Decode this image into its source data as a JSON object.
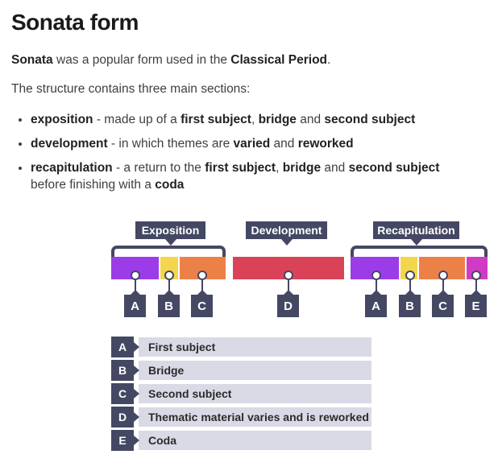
{
  "colors": {
    "slate": "#454863",
    "purple": "#9c3ce8",
    "yellow": "#f4d64c",
    "orange": "#ec8148",
    "red": "#da4357",
    "magenta": "#d03ac4",
    "legend_bar": "#dadae6"
  },
  "header": {
    "title": "Sonata form"
  },
  "intro": {
    "segments": [
      {
        "text": "Sonata",
        "bold": true
      },
      {
        "text": " was a popular form used in the ",
        "bold": false
      },
      {
        "text": "Classical Period",
        "bold": true
      },
      {
        "text": ".",
        "bold": false
      }
    ]
  },
  "structure_line": "The structure contains three main sections:",
  "bullets": {
    "exposition": {
      "segments": [
        {
          "text": "exposition",
          "bold": true
        },
        {
          "text": " - made up of a ",
          "bold": false
        },
        {
          "text": "first subject",
          "bold": true
        },
        {
          "text": ", ",
          "bold": false
        },
        {
          "text": "bridge",
          "bold": true
        },
        {
          "text": " and ",
          "bold": false
        },
        {
          "text": "second subject",
          "bold": true
        }
      ]
    },
    "development": {
      "segments": [
        {
          "text": "development",
          "bold": true
        },
        {
          "text": " - in which themes are ",
          "bold": false
        },
        {
          "text": "varied",
          "bold": true
        },
        {
          "text": " and ",
          "bold": false
        },
        {
          "text": "reworked",
          "bold": true
        }
      ]
    },
    "recapitulation": {
      "segments": [
        {
          "text": "recapitulation",
          "bold": true
        },
        {
          "text": " - a return to the ",
          "bold": false
        },
        {
          "text": "first subject",
          "bold": true
        },
        {
          "text": ", ",
          "bold": false
        },
        {
          "text": "bridge",
          "bold": true
        },
        {
          "text": " and ",
          "bold": false
        },
        {
          "text": "second subject",
          "bold": true
        },
        {
          "text": "before finishing with a ",
          "bold": false
        },
        {
          "text": "coda",
          "bold": true
        }
      ]
    }
  },
  "diagram": {
    "sections": {
      "exposition": {
        "label": "Exposition"
      },
      "development": {
        "label": "Development"
      },
      "recapitulation": {
        "label": "Recapitulation"
      }
    },
    "markers": {
      "A": "A",
      "B": "B",
      "C": "C",
      "D": "D",
      "E": "E"
    }
  },
  "legend": {
    "rows": [
      {
        "letter": "A",
        "text": "First subject"
      },
      {
        "letter": "B",
        "text": "Bridge"
      },
      {
        "letter": "C",
        "text": "Second subject"
      },
      {
        "letter": "D",
        "text": "Thematic material varies and is reworked"
      },
      {
        "letter": "E",
        "text": "Coda"
      }
    ]
  }
}
